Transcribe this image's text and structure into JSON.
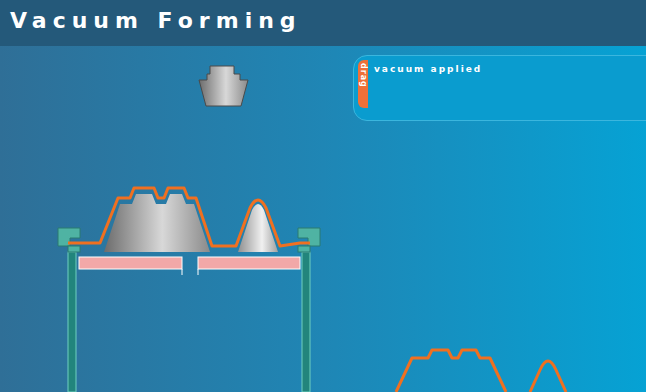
{
  "diagram": {
    "title": "Vacuum Forming",
    "nodes": [
      {
        "text": [
          "vacuum applied"
        ]
      },
      {
        "text": [
          "drag"
        ],
        "in": 0
      }
    ]
  }
}
